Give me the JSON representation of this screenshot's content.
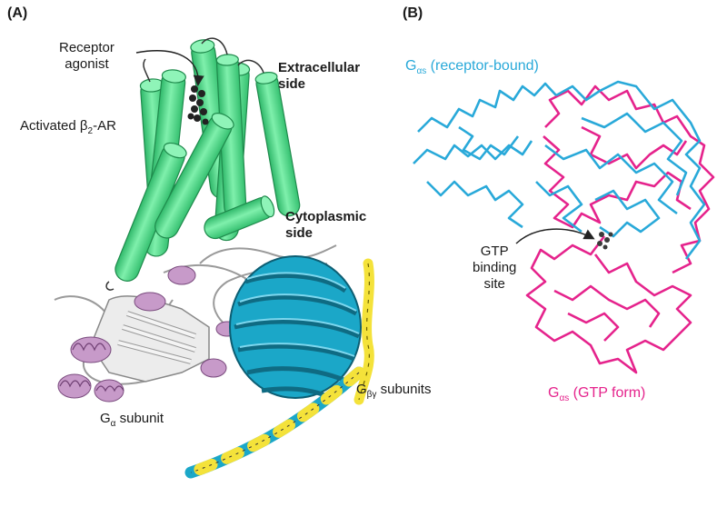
{
  "panels": {
    "a": "(A)",
    "b": "(B)"
  },
  "panel_a": {
    "receptor_agonist": [
      "Receptor",
      "agonist"
    ],
    "extracellular_side": [
      "Extracellular",
      "side"
    ],
    "activated_receptor": {
      "prefix": "Activated ",
      "beta": "β",
      "sub": "2",
      "suffix": "-AR"
    },
    "cytoplasmic_side": [
      "Cytoplasmic",
      "side"
    ],
    "g_alpha": {
      "g": "G",
      "sub": "α",
      "suffix": " subunit"
    },
    "g_beta_gamma": {
      "g": "G",
      "sub": "βγ",
      "suffix": " subunits"
    }
  },
  "panel_b": {
    "receptor_bound": {
      "g": "G",
      "sub": "αs",
      "suffix": " (receptor-bound)"
    },
    "gtp_binding_site": [
      "GTP",
      "binding",
      "site"
    ],
    "gtp_form": {
      "g": "G",
      "sub": "αs",
      "suffix": " (GTP form)"
    }
  },
  "colors": {
    "helix_green": "#4ddc86",
    "helix_edge": "#1f8a4c",
    "g_alpha_mauve": "#c79ac9",
    "g_beta_teal": "#1ba7c8",
    "g_gamma_yellow": "#f4e23a",
    "cyan_trace": "#29a9d9",
    "magenta_trace": "#e5238c"
  }
}
